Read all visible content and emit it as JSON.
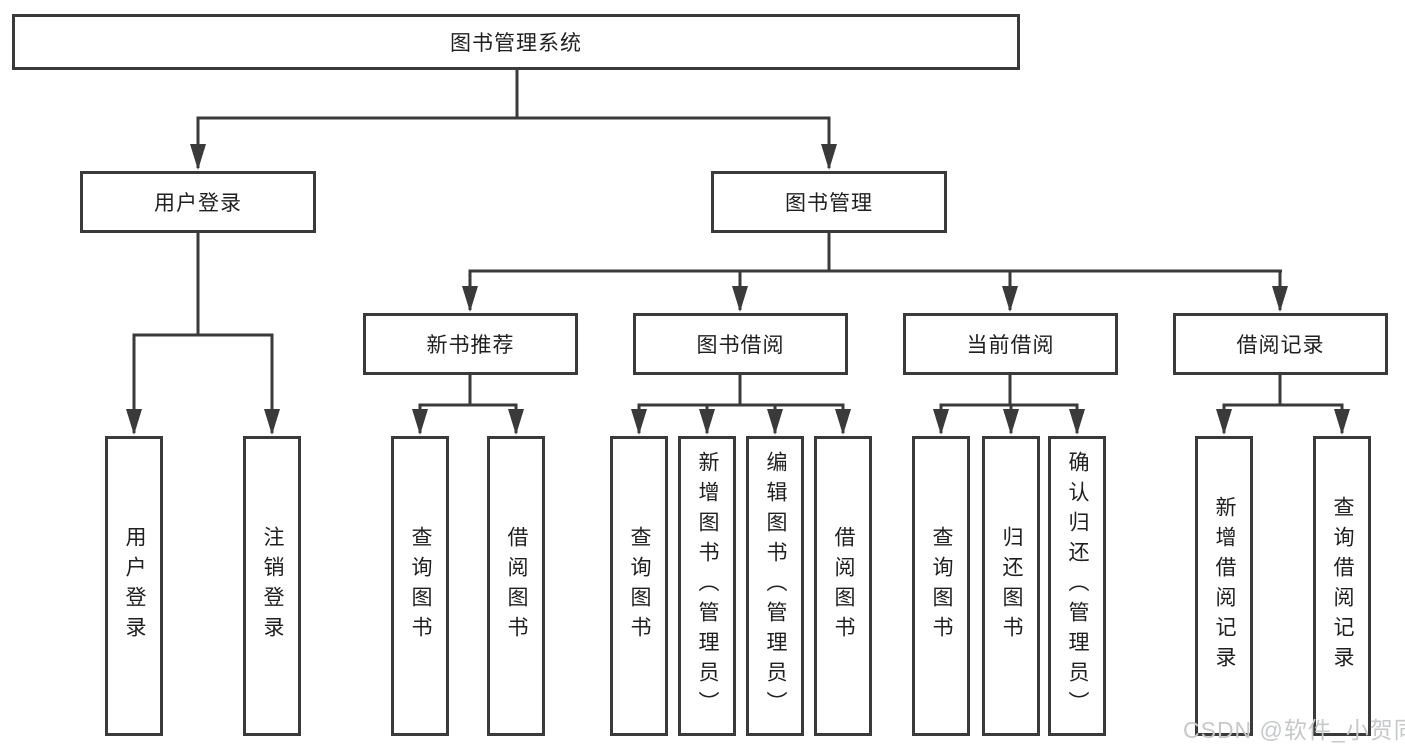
{
  "diagram": {
    "root": {
      "label": "图书管理系统"
    },
    "user_login": {
      "label": "用户登录",
      "children": [
        {
          "label": "用户登录"
        },
        {
          "label": "注销登录"
        }
      ]
    },
    "book_mgmt": {
      "label": "图书管理",
      "children": [
        {
          "label": "新书推荐",
          "children": [
            {
              "label": "查询图书"
            },
            {
              "label": "借阅图书"
            }
          ]
        },
        {
          "label": "图书借阅",
          "children": [
            {
              "label": "查询图书"
            },
            {
              "label": "新增图书（管理员）"
            },
            {
              "label": "编辑图书（管理员）"
            },
            {
              "label": "借阅图书"
            }
          ]
        },
        {
          "label": "当前借阅",
          "children": [
            {
              "label": "查询图书"
            },
            {
              "label": "归还图书"
            },
            {
              "label": "确认归还（管理员）"
            }
          ]
        },
        {
          "label": "借阅记录",
          "children": [
            {
              "label": "新增借阅记录"
            },
            {
              "label": "查询借阅记录"
            }
          ]
        }
      ]
    }
  },
  "watermark": {
    "text": "CSDN @软件_小贺同学"
  },
  "colors": {
    "line": "#3a3a3a",
    "text": "#1f1f1f",
    "watermark": "#c6c8ca",
    "background": "#ffffff"
  }
}
